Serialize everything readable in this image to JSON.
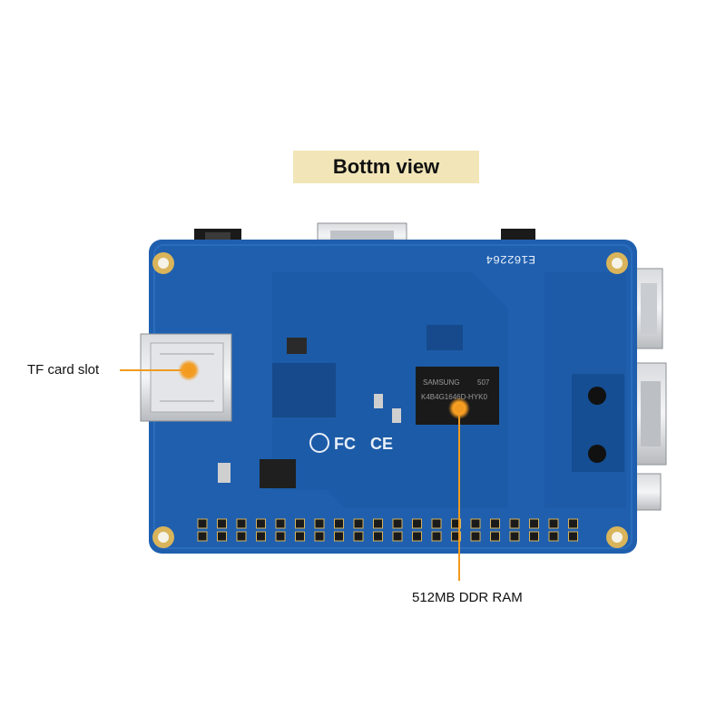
{
  "header": {
    "title": "Bottm view"
  },
  "callouts": {
    "tf_card": {
      "label": "TF card slot"
    },
    "ram": {
      "label": "512MB DDR RAM"
    }
  },
  "board_markings": {
    "serial": "E162264",
    "chip_brand": "SAMSUNG",
    "chip_code": "507",
    "chip_part": "K4B4G1646D-HYK0"
  },
  "colors": {
    "board": "#1f5fae",
    "callout": "#f29a1f",
    "banner": "#f2e6b8"
  }
}
